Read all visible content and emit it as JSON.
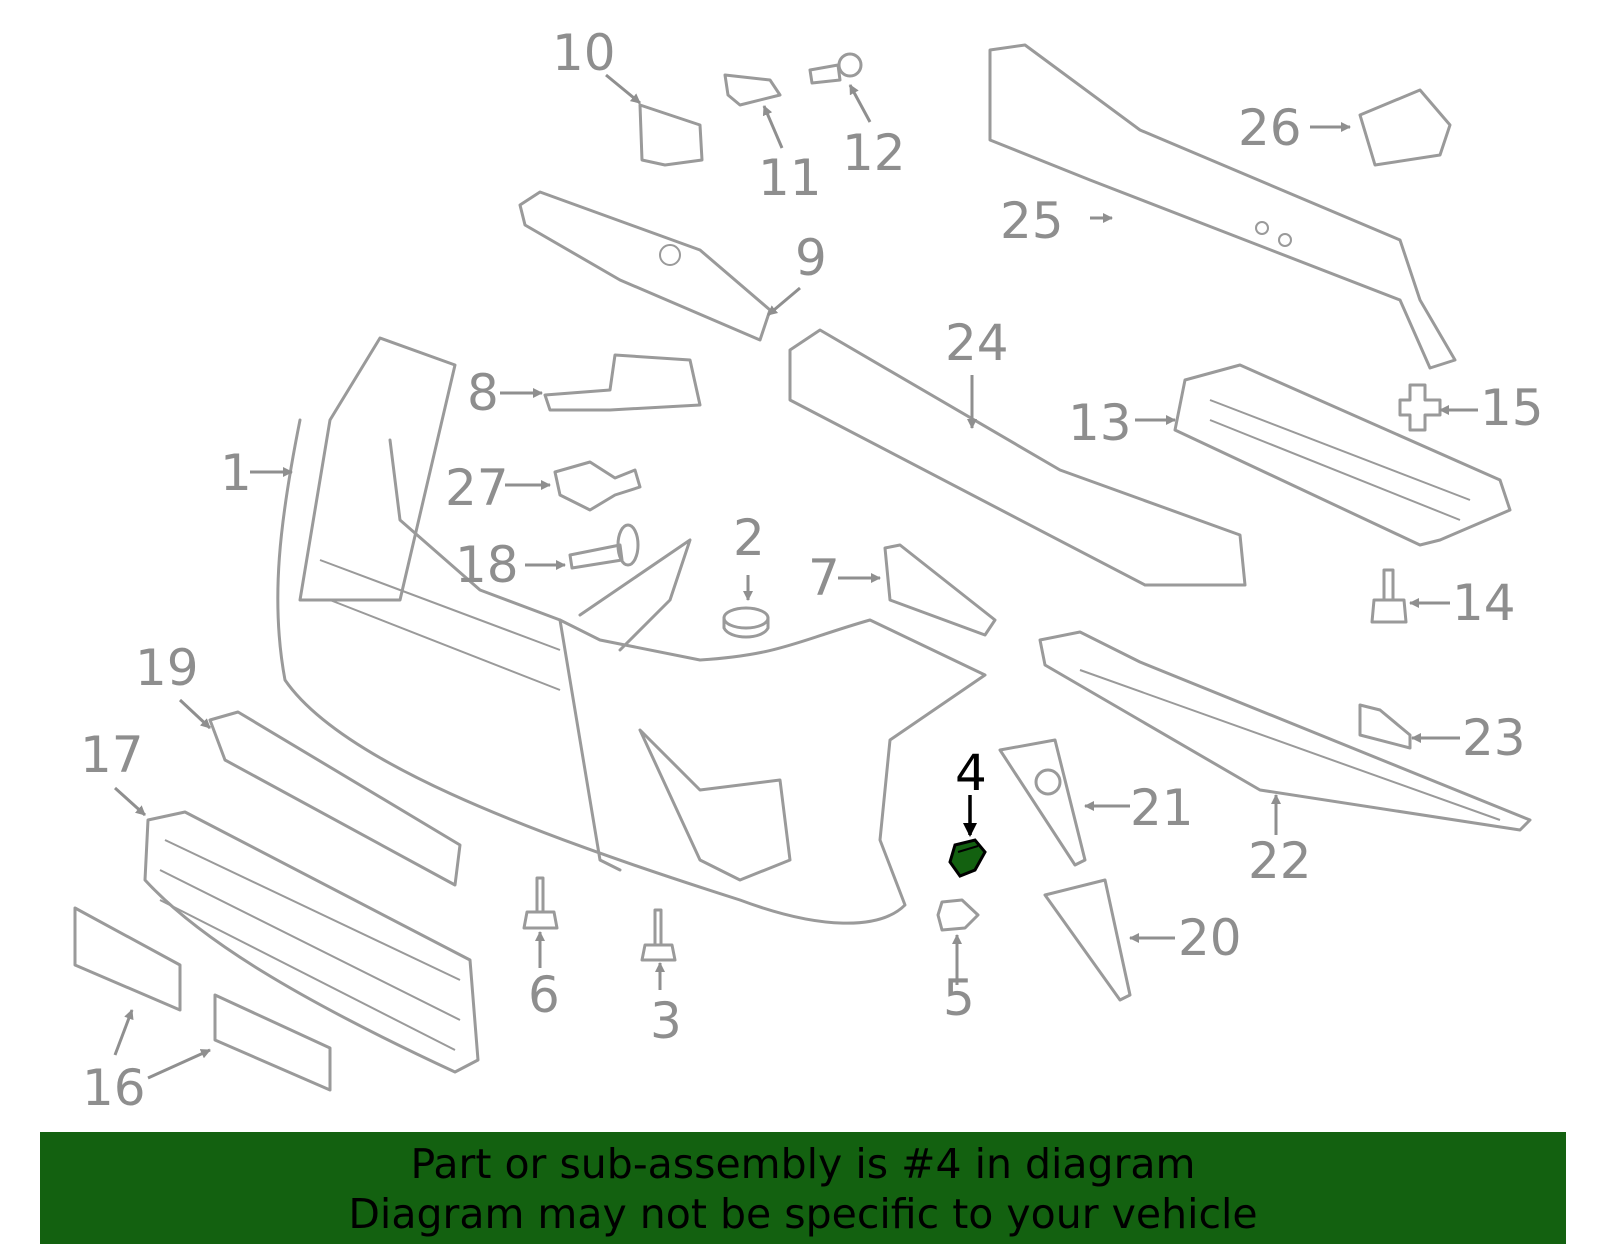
{
  "diagram": {
    "highlight_color": "#136110",
    "highlighted_part": "4",
    "callouts": [
      "1",
      "2",
      "3",
      "4",
      "5",
      "6",
      "7",
      "8",
      "9",
      "10",
      "11",
      "12",
      "13",
      "14",
      "15",
      "16",
      "17",
      "18",
      "19",
      "20",
      "21",
      "22",
      "23",
      "24",
      "25",
      "26",
      "27"
    ]
  },
  "banner": {
    "line1": "Part or sub-assembly is #4 in diagram",
    "line2": "Diagram may not be specific to your vehicle",
    "background": "#136110"
  }
}
